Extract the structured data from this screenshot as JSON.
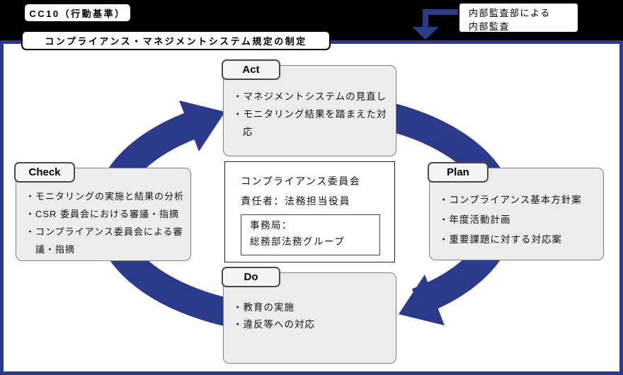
{
  "colors": {
    "accent": "#2c3a8c",
    "box_bg": "#ececec",
    "box_border": "#7f7f7f",
    "tab_bg": "#f5f5f7",
    "tab_border": "#4a4a4a",
    "strip_bg": "#000000",
    "panel_bg": "#ffffff",
    "text": "#111111"
  },
  "header": {
    "code_badge": "CC10（行動基準）",
    "title_badge": "コンプライアンス・マネジメントシステム規定の制定",
    "audit_note": {
      "line1": "内部監査部による",
      "line2": "内部監査"
    }
  },
  "cycle": {
    "act": {
      "label": "Act",
      "items": [
        "・マネジメントシステムの見直し",
        "・モニタリング結果を踏まえた対応"
      ]
    },
    "plan": {
      "label": "Plan",
      "items": [
        "・コンプライアンス基本方針案",
        "・年度活動計画",
        "・重要課題に対する対応案"
      ]
    },
    "do": {
      "label": "Do",
      "items": [
        "・教育の実施",
        "・違反等への対応"
      ]
    },
    "check": {
      "label": "Check",
      "items": [
        "・モニタリングの実施と結果の分析",
        "・CSR 委員会における審議・指摘",
        "・コンプライアンス委員会による審議・指摘"
      ]
    }
  },
  "committee": {
    "name": "コンプライアンス委員会",
    "responsible": "責任者：法務担当役員",
    "secretariat": {
      "line1": "事務局：",
      "line2": "総務部法務グループ"
    }
  }
}
